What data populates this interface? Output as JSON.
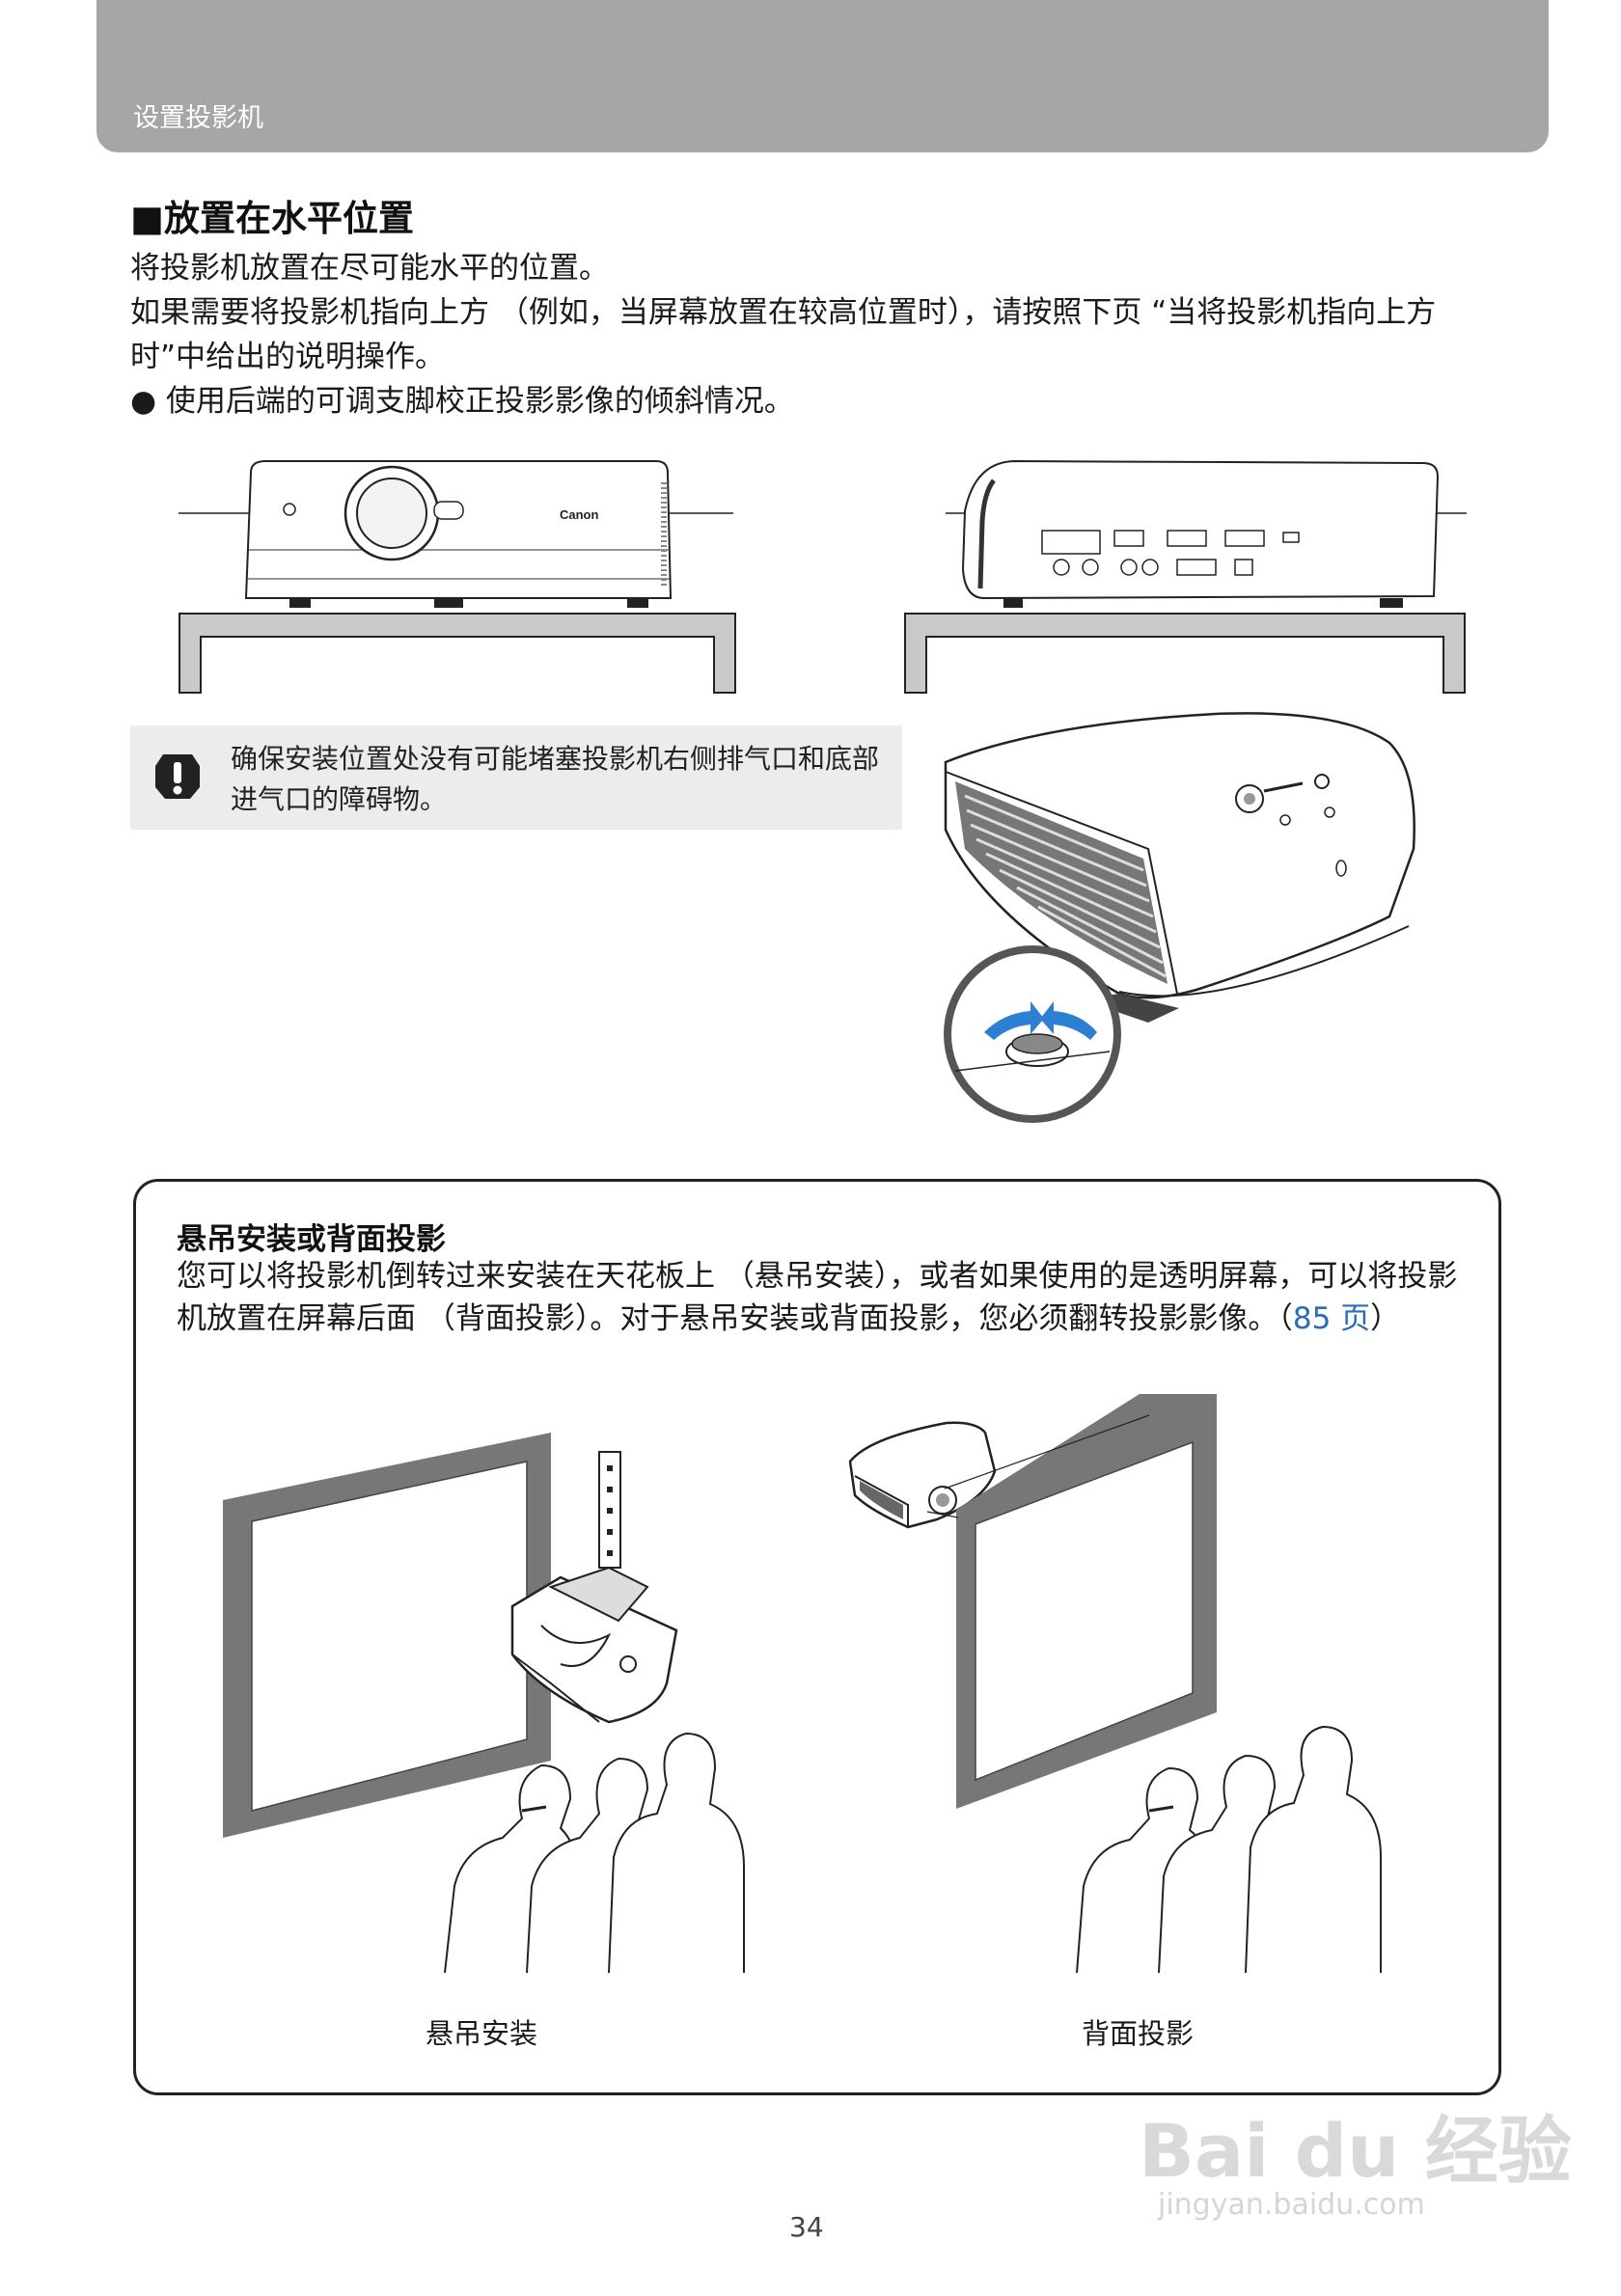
{
  "header": {
    "section": "设置投影机"
  },
  "section": {
    "title": "■放置在水平位置",
    "lines": [
      "将投影机放置在尽可能水平的位置。",
      "如果需要将投影机指向上方 （例如，当屏幕放置在较高位置时），请按照下页 “当将投影机指向上方时”中给出的说明操作。",
      "● 使用后端的可调支脚校正投影影像的倾斜情况。"
    ]
  },
  "note": {
    "icon": "caution-icon",
    "text": "确保安装位置处没有可能堵塞投影机右侧排气口和底部进气口的障碍物。"
  },
  "projector_front": {
    "logo": "Canon"
  },
  "box": {
    "title": "悬吊安装或背面投影",
    "text_before_link": "您可以将投影机倒转过来安装在天花板上 （悬吊安装），或者如果使用的是透明屏幕，可以将投影机放置在屏幕后面 （背面投影）。对于悬吊安装或背面投影，您必须翻转投影影像。（",
    "link": "85 页",
    "text_after_link": "）",
    "captions": {
      "ceiling": "悬吊安装",
      "rear": "背面投影"
    }
  },
  "page_number": "34",
  "watermark": {
    "brand": "Bai du 经验",
    "url": "jingyan.baidu.com"
  },
  "colors": {
    "header": "#a6a6a6",
    "note_bg": "#ececec",
    "link": "#2a6db5",
    "arrow": "#2d7fd1"
  }
}
